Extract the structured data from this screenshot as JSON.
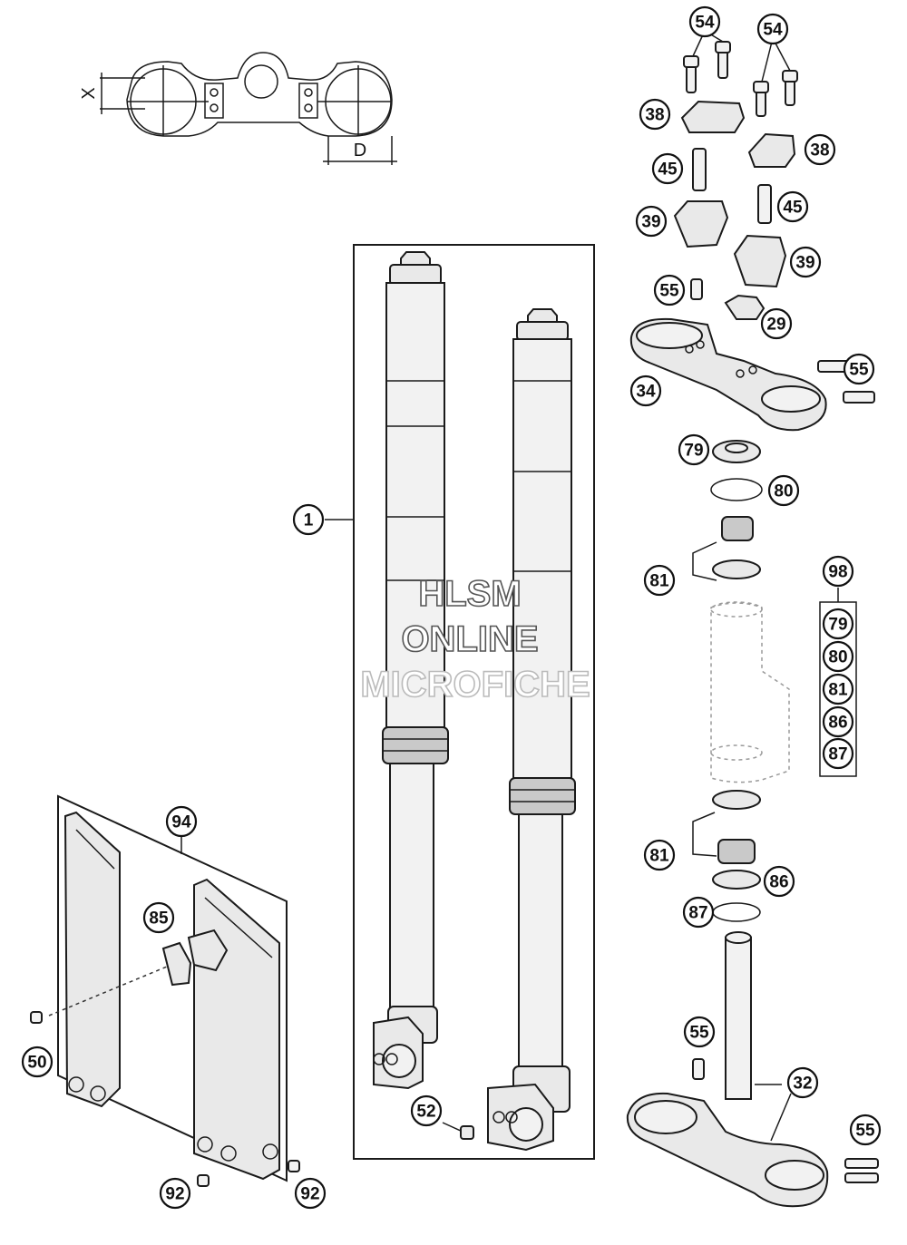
{
  "watermark": {
    "line1": "HLSM",
    "line2": "ONLINE",
    "line3": "MICROFICHE"
  },
  "dimensions": {
    "x_label": "X",
    "d_label": "D"
  },
  "callouts": [
    {
      "id": "c1",
      "label": "1"
    },
    {
      "id": "c54a",
      "label": "54"
    },
    {
      "id": "c54b",
      "label": "54"
    },
    {
      "id": "c38a",
      "label": "38"
    },
    {
      "id": "c38b",
      "label": "38"
    },
    {
      "id": "c45a",
      "label": "45"
    },
    {
      "id": "c45b",
      "label": "45"
    },
    {
      "id": "c39a",
      "label": "39"
    },
    {
      "id": "c39b",
      "label": "39"
    },
    {
      "id": "c55a",
      "label": "55"
    },
    {
      "id": "c29",
      "label": "29"
    },
    {
      "id": "c55b",
      "label": "55"
    },
    {
      "id": "c34",
      "label": "34"
    },
    {
      "id": "c79",
      "label": "79"
    },
    {
      "id": "c80",
      "label": "80"
    },
    {
      "id": "c81a",
      "label": "81"
    },
    {
      "id": "c98",
      "label": "98"
    },
    {
      "id": "k79",
      "label": "79"
    },
    {
      "id": "k80",
      "label": "80"
    },
    {
      "id": "k81",
      "label": "81"
    },
    {
      "id": "k86",
      "label": "86"
    },
    {
      "id": "k87",
      "label": "87"
    },
    {
      "id": "c81b",
      "label": "81"
    },
    {
      "id": "c86",
      "label": "86"
    },
    {
      "id": "c87",
      "label": "87"
    },
    {
      "id": "c55c",
      "label": "55"
    },
    {
      "id": "c32",
      "label": "32"
    },
    {
      "id": "c55d",
      "label": "55"
    },
    {
      "id": "c94",
      "label": "94"
    },
    {
      "id": "c85",
      "label": "85"
    },
    {
      "id": "c50",
      "label": "50"
    },
    {
      "id": "c52",
      "label": "52"
    },
    {
      "id": "c92a",
      "label": "92"
    },
    {
      "id": "c92b",
      "label": "92"
    }
  ]
}
